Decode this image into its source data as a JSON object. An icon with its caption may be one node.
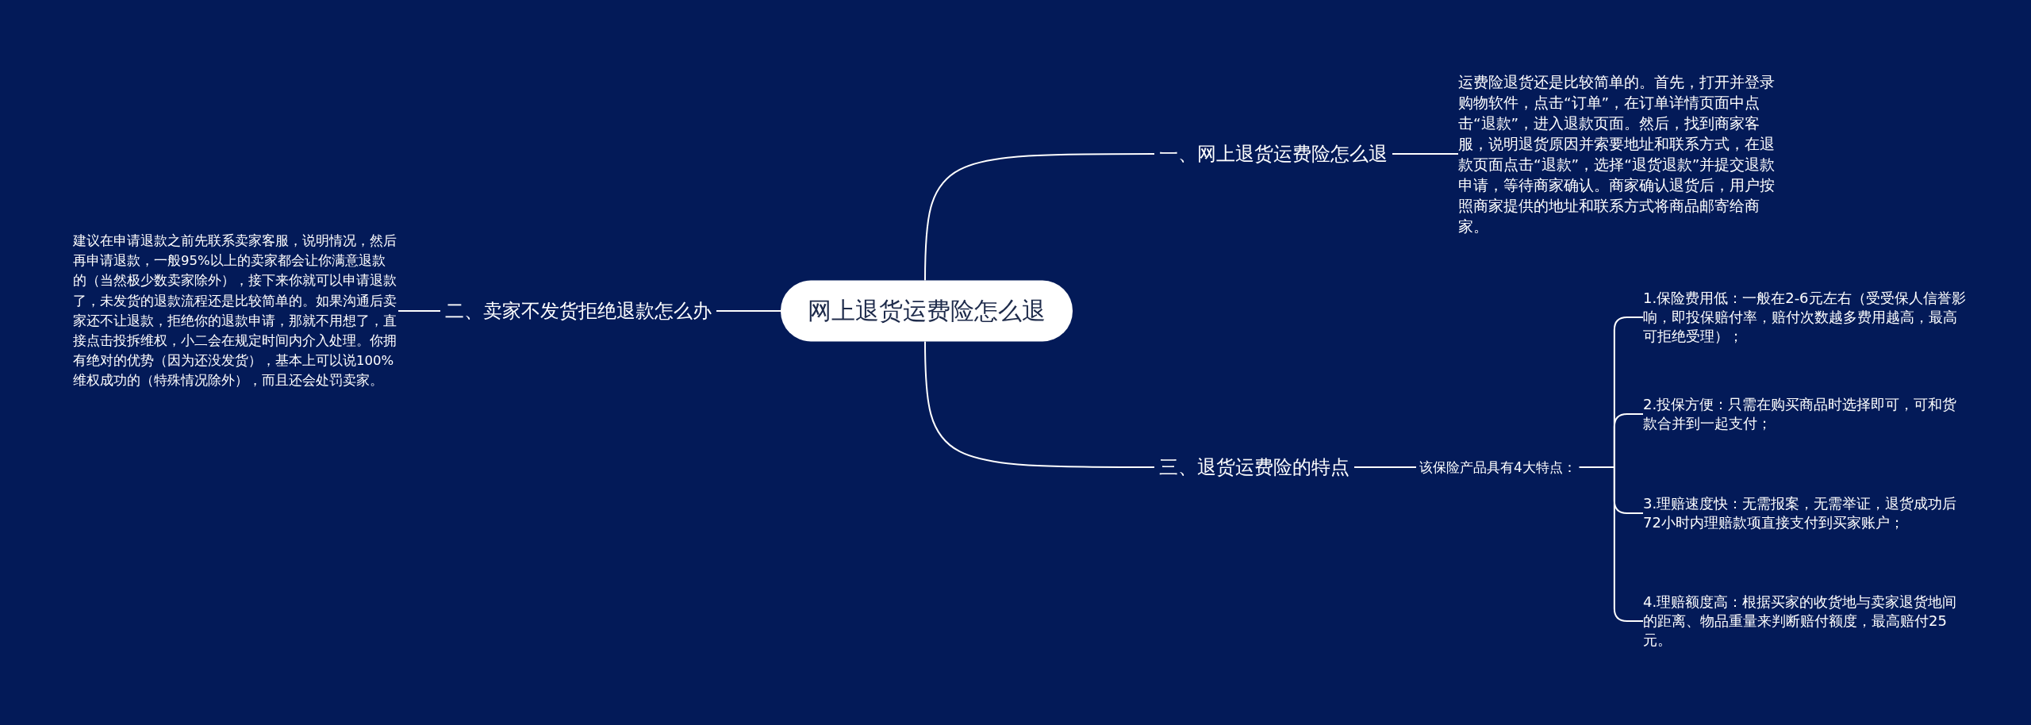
{
  "diagram": {
    "nodes": [
      {
        "text": [
          "网上退货运费险怎么退"
        ]
      },
      {
        "text": [
          "一、网上退货运费险怎么退"
        ]
      },
      {
        "text": [
          "运费险退货还是比较简单的。首先，打开并登录购物软件，点击“订单”，在订单详情页面中点击“退款”，进入退款页面。然后，找到商家客服，说明退货原因并索要地址和联系方式，在退款页面点击“退款”，选择“退货退款”并提交退款申请，等待商家确认。商家确认退货后，用户按照商家提供的地址和联系方式将商品邮寄给商家。"
        ]
      },
      {
        "text": [
          "二、卖家不发货拒绝退款怎么办"
        ]
      },
      {
        "text": [
          "建议在申请退款之前先联系卖家客服，说明情况，然后再申请退款，一般95%以上的卖家都会让你满意退款的（当然极少数卖家除外），接下来你就可以申请退款了，未发货的退款流程还是比较简单的。如果沟通后卖家还不让退款，拒绝你的退款申请，那就不用想了，直接点击投拆维权，小二会在规定时间内介入处理。你拥有绝对的优势（因为还没发货），基本上可以说100%维权成功的（特殊情况除外），而且还会处罚卖家。"
        ]
      },
      {
        "text": [
          "三、退货运费险的特点"
        ]
      },
      {
        "text": [
          "该保险产品具有4大特点："
        ]
      },
      {
        "text": [
          "1.保险费用低：一般在2-6元左右（受受保人信誉影响，即投保赔付率，赔付次数越多费用越高，最高可拒绝受理）；"
        ]
      },
      {
        "text": [
          "2.投保方便：只需在购买商品时选择即可，可和货款合并到一起支付；"
        ]
      },
      {
        "text": [
          "3.理赔速度快：无需报案，无需举证，退货成功后72小时内理赔款项直接支付到买家账户；"
        ]
      },
      {
        "text": [
          "4.理赔额度高：根据买家的收货地与卖家退货地间的距离、物品重量来判断赔付额度，最高赔付25元。"
        ]
      }
    ],
    "edges": [
      {
        "from": 0,
        "to": 1,
        "arrow": "none"
      },
      {
        "from": 0,
        "to": 3,
        "arrow": "none"
      },
      {
        "from": 0,
        "to": 5,
        "arrow": "none"
      },
      {
        "from": 1,
        "to": 2,
        "arrow": "none"
      },
      {
        "from": 3,
        "to": 4,
        "arrow": "none"
      },
      {
        "from": 5,
        "to": 6,
        "arrow": "none"
      },
      {
        "from": 6,
        "to": 7,
        "arrow": "none"
      },
      {
        "from": 6,
        "to": 8,
        "arrow": "none"
      },
      {
        "from": 6,
        "to": 9,
        "arrow": "none"
      },
      {
        "from": 6,
        "to": 10,
        "arrow": "none"
      }
    ]
  }
}
